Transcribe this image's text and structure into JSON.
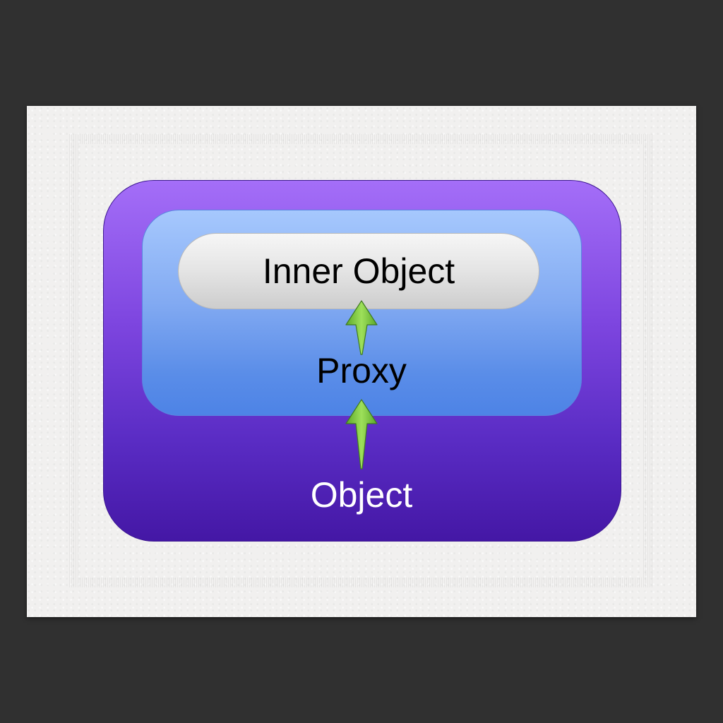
{
  "nodes": {
    "outer": {
      "label": "Object",
      "color": "#7d45df"
    },
    "middle": {
      "label": "Proxy",
      "color": "#82aaf2"
    },
    "inner": {
      "label": "Inner Object",
      "color": "#e4e4e4"
    }
  },
  "edges": [
    {
      "from": "Proxy",
      "to": "Inner Object",
      "color": "#7cc63a"
    },
    {
      "from": "Object",
      "to": "Proxy",
      "color": "#7cc63a"
    }
  ],
  "colors": {
    "background": "#303030",
    "napkin": "#f1f0ef",
    "arrow": "#7cc63a"
  }
}
